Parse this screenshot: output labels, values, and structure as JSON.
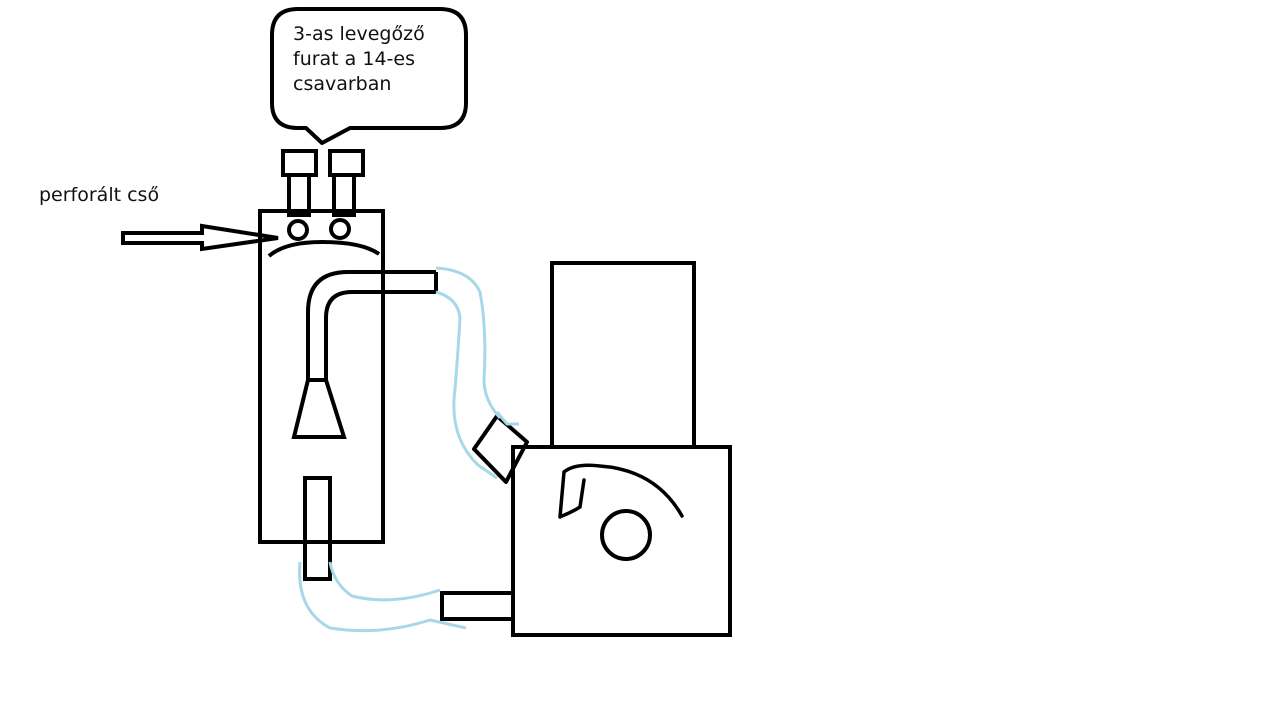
{
  "diagram": {
    "callout": {
      "lines": [
        "3-as levegőző",
        "furat a 14-es",
        "csavarban"
      ]
    },
    "perforated_pipe_label": "perforált cső",
    "colors": {
      "stroke": "#000000",
      "hose": "#a8d8e8",
      "background": "#ffffff"
    }
  }
}
